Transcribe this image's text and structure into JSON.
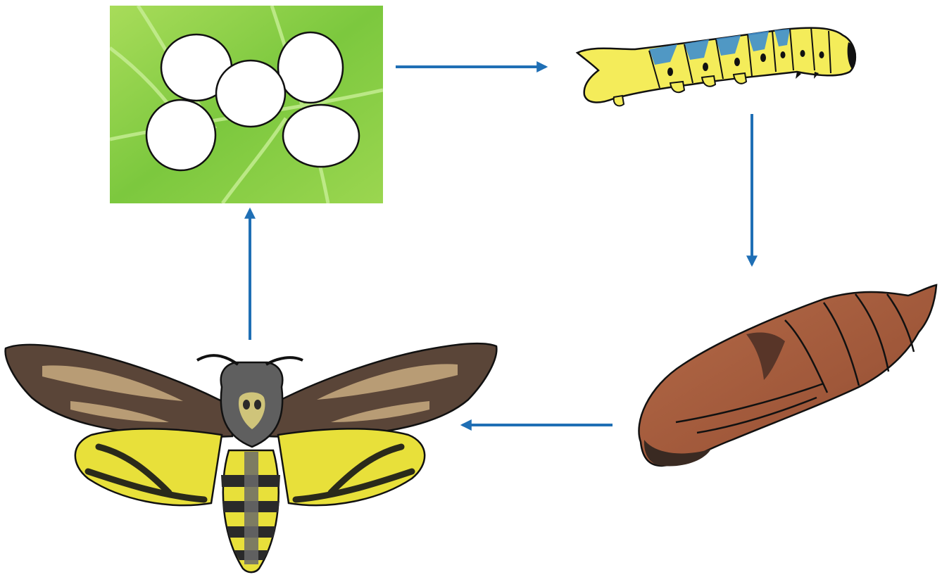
{
  "diagram": {
    "stages": [
      {
        "id": "egg",
        "icon": "eggs-on-leaf-icon"
      },
      {
        "id": "larva",
        "icon": "caterpillar-icon"
      },
      {
        "id": "pupa",
        "icon": "pupa-icon"
      },
      {
        "id": "adult",
        "icon": "moth-icon"
      }
    ],
    "flow": [
      "egg",
      "larva",
      "pupa",
      "adult",
      "egg"
    ],
    "colors": {
      "arrow": "#1f6fb5",
      "leaf": "#8fd14a",
      "egg": "#ffffff",
      "caterpillar_body": "#f4ec5a",
      "caterpillar_stripe": "#3f8fd0",
      "pupa": "#a0583a",
      "moth_forewing": "#5a4538",
      "moth_hindwing": "#e8e03a",
      "moth_thorax": "#5f5f5f"
    }
  }
}
